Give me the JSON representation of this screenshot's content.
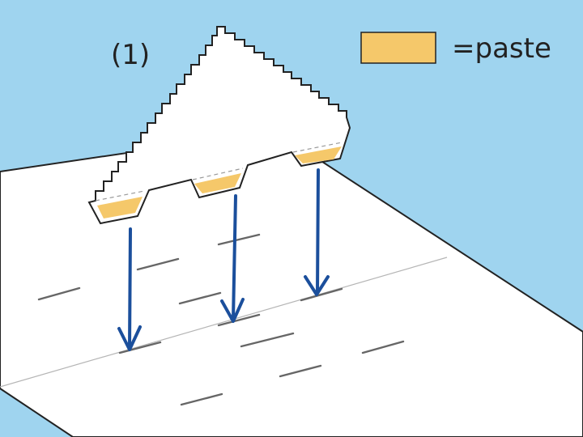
{
  "step": {
    "label": "(1)"
  },
  "legend": {
    "text": "=paste",
    "swatch_name": "paste-swatch"
  },
  "colors": {
    "background": "#9fd4ef",
    "sheet": "#ffffff",
    "outline": "#222222",
    "paste": "#f5c86a",
    "arrow": "#1b4f9c",
    "guide_line": "#666666",
    "fold_line": "#b5b5b5"
  }
}
